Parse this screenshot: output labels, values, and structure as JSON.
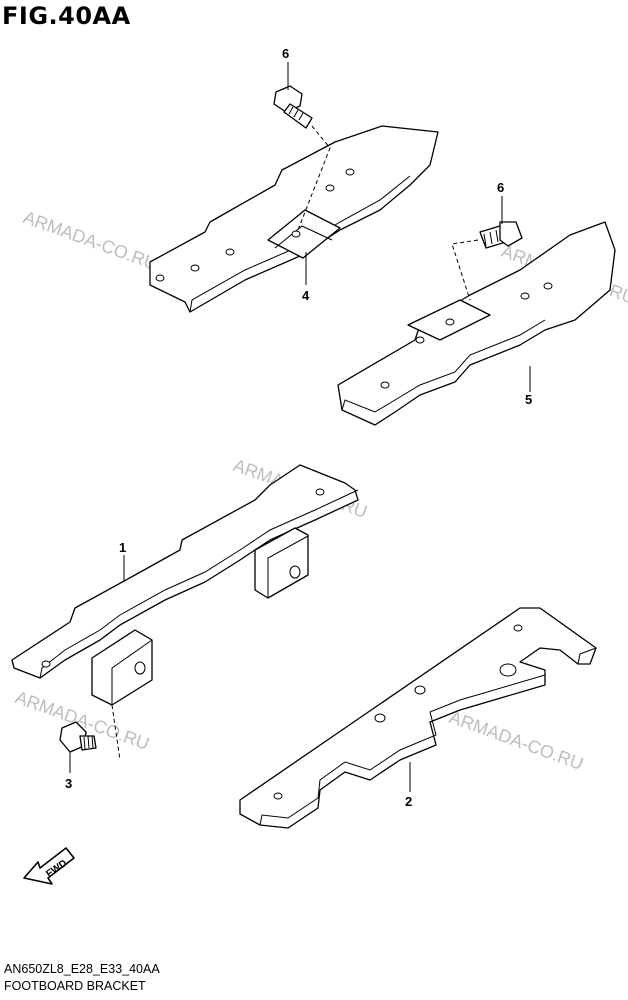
{
  "figure": {
    "title": "FIG.40AA",
    "code": "AN650ZL8_E28_E33_40AA",
    "caption": "FOOTBOARD BRACKET"
  },
  "callouts": {
    "c1": "1",
    "c2": "2",
    "c3": "3",
    "c4": "4",
    "c5": "5",
    "c6a": "6",
    "c6b": "6"
  },
  "watermark": {
    "text": "ARMADA-CO.RU"
  },
  "fwd": {
    "label": "FWD"
  }
}
